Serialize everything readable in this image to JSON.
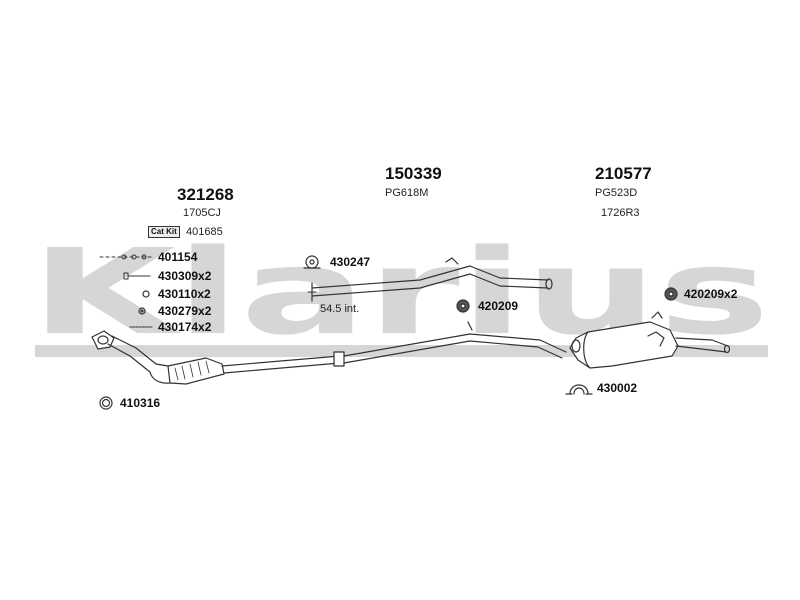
{
  "brand": {
    "watermark": "Klarius",
    "watermark_color": "#d6d6d6",
    "line_color": "#333333"
  },
  "sections": [
    {
      "part_number": "321268",
      "code": "1705CJ"
    },
    {
      "part_number": "150339",
      "code": "PG618M"
    },
    {
      "part_number": "210577",
      "code": "PG523D",
      "code2": "1726R3"
    }
  ],
  "cat_kit": {
    "label": "Cat Kit",
    "number": "401685"
  },
  "fittings": [
    {
      "label": "401154",
      "icon": "bolt-set-icon"
    },
    {
      "label": "430309x2",
      "icon": "bolt-icon"
    },
    {
      "label": "430110x2",
      "icon": "nut-icon"
    },
    {
      "label": "430279x2",
      "icon": "washer-icon"
    },
    {
      "label": "430174x2",
      "icon": "spring-icon"
    }
  ],
  "callouts": {
    "hanger_mid": "430247",
    "pipe_note": "54.5 int.",
    "rubber_mid": "420209",
    "rubber_rear": "420209x2",
    "clamp_rear": "430002",
    "ring_front": "410316"
  }
}
